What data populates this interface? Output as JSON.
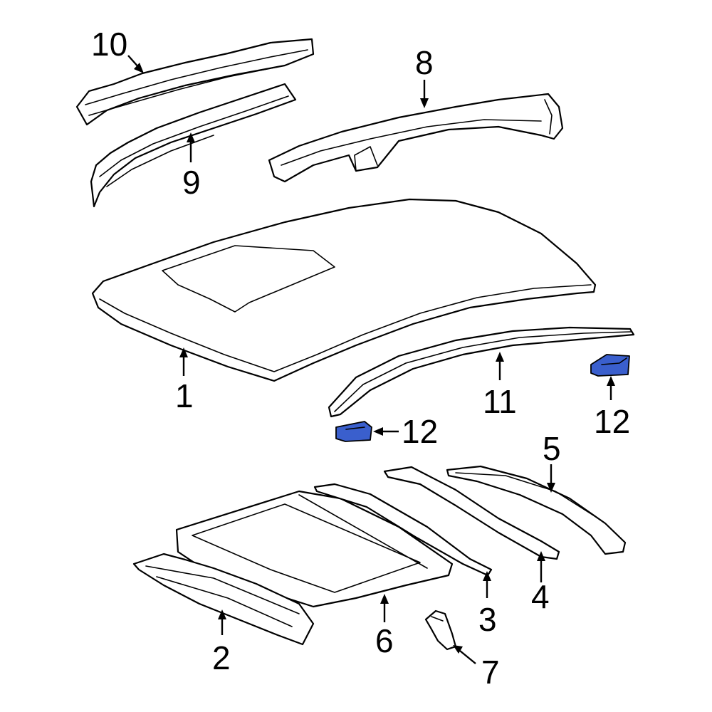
{
  "diagram": {
    "highlight_color": "#3a5fcd",
    "line_color": "#000000",
    "callouts": [
      {
        "id": "roof-panel",
        "label": "1"
      },
      {
        "id": "rear-header-panel",
        "label": "2"
      },
      {
        "id": "roof-bow-3",
        "label": "3"
      },
      {
        "id": "roof-bow-4",
        "label": "4"
      },
      {
        "id": "roof-bow-5",
        "label": "5"
      },
      {
        "id": "sunroof-reinforcement",
        "label": "6"
      },
      {
        "id": "corner-bracket",
        "label": "7"
      },
      {
        "id": "side-rail-outer",
        "label": "8"
      },
      {
        "id": "side-rail-inner",
        "label": "9"
      },
      {
        "id": "front-rail-reinforcement",
        "label": "10"
      },
      {
        "id": "roof-side-rail",
        "label": "11"
      },
      {
        "id": "rail-bracket-left",
        "label": "12"
      },
      {
        "id": "rail-bracket-right",
        "label": "12"
      }
    ]
  }
}
